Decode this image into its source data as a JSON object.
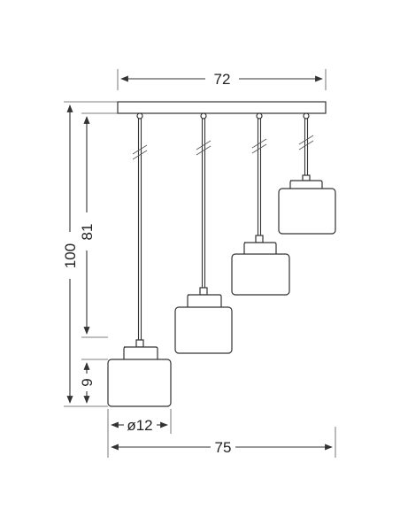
{
  "diagram": {
    "dimensions": {
      "canopy_width": "72",
      "total_height": "100",
      "cable_length": "81",
      "shade_height": "9",
      "shade_diameter": "ø12",
      "total_width": "75"
    },
    "pendant_count": 4,
    "colors": {
      "line": "#333333",
      "background": "#ffffff"
    }
  }
}
